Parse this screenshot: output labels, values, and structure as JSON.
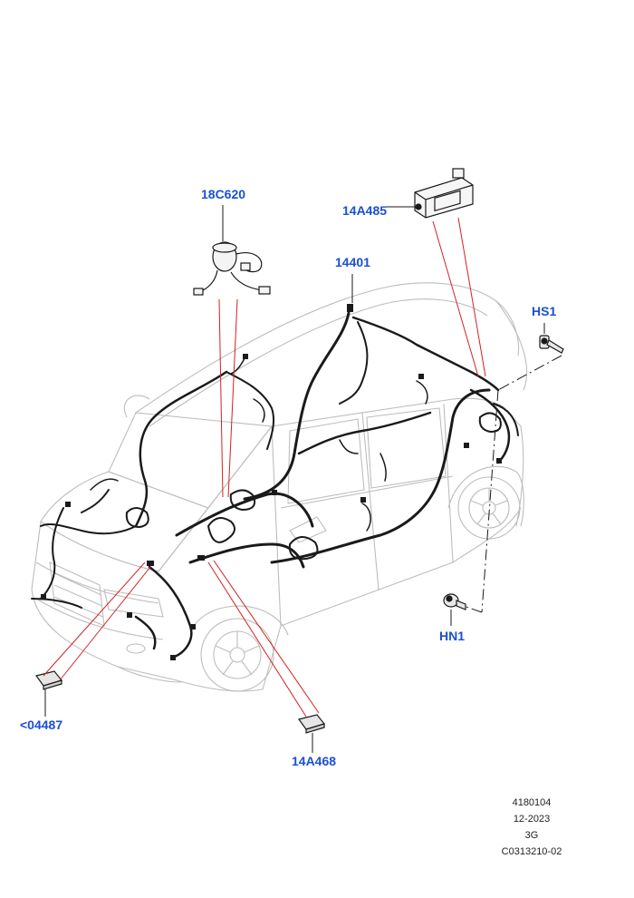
{
  "callouts": {
    "c18c620": "18C620",
    "c14a485": "14A485",
    "c14401": "14401",
    "hs1": "HS1",
    "hn1": "HN1",
    "c04487": "<04487",
    "c14a468": "14A468"
  },
  "footer": {
    "code": "4180104",
    "date": "12-2023",
    "variant": "3G",
    "ref": "C0313210-02"
  },
  "colors": {
    "callout": "#1a4fd6",
    "leader_red": "#d42020",
    "vehicle_outline": "#b8b8b8",
    "harness": "#1a1a1a"
  }
}
